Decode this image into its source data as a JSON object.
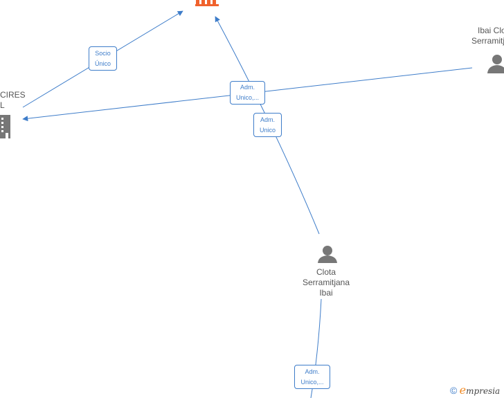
{
  "colors": {
    "edge": "#3d7cc9",
    "person": "#777777",
    "company": "#777777",
    "focus_company": "#f0622d"
  },
  "nodes": {
    "top_company": {
      "icon": "building-icon",
      "label": ""
    },
    "left_company": {
      "icon": "building-icon",
      "label_line1": "CIRES",
      "label_line2": "L"
    },
    "person_right": {
      "icon": "person-icon",
      "label_line1": "Ibai Clo",
      "label_line2": "Serramitj"
    },
    "person_center": {
      "icon": "person-icon",
      "label_line1": "Clota",
      "label_line2": "Serramitjana",
      "label_line3": "Ibai"
    }
  },
  "edges": {
    "socio_unico": {
      "line1": "Socio",
      "line2": "Único"
    },
    "adm_unico_1": {
      "line1": "Adm.",
      "line2": "Unico,..."
    },
    "adm_unico_2": {
      "line1": "Adm.",
      "line2": "Unico"
    },
    "adm_unico_3": {
      "line1": "Adm.",
      "line2": "Unico,..."
    }
  },
  "watermark": {
    "copyright": "©",
    "brand_initial": "e",
    "brand_rest": "mpresia"
  }
}
